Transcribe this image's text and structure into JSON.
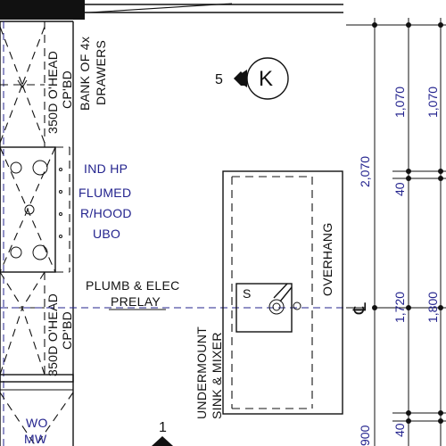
{
  "cabinet_labels": {
    "drawers_line1": "BANK OF 4x",
    "drawers_line2": "DRAWERS",
    "overhead_top_line1": "350D O'HEAD",
    "overhead_top_line2": "CP'BD",
    "overhead_bottom_line1": "350D O'HEAD",
    "overhead_bottom_line2": "CP'BD",
    "wo_mw_line1": "WO",
    "wo_mw_line2": "MW"
  },
  "rangehood_note": {
    "line1": "IND HP",
    "line2": "FLUMED",
    "line3": "R/HOOD",
    "line4": "UBO"
  },
  "plumbing_note": {
    "line1": "PLUMB & ELEC",
    "line2": "PRELAY"
  },
  "island": {
    "overhang_label": "OVERHANG",
    "sink_line1": "UNDERMOUNT",
    "sink_line2": "SINK & MIXER",
    "sink_symbol": "S",
    "centerline_symbol": "℄"
  },
  "section_marker": {
    "number": "5",
    "letter": "K"
  },
  "elevation_marker": {
    "number": "1"
  },
  "dimensions": {
    "overall_left": "2,070",
    "upper_a": "1,070",
    "upper_b": "1,070",
    "gap_a": "40",
    "mid_a": "1,720",
    "mid_b": "1,800",
    "gap_b": "40",
    "bottom_partial": "900"
  },
  "colors": {
    "linework": "#111111",
    "annotation_blue": "#23238e",
    "background": "#ffffff"
  }
}
